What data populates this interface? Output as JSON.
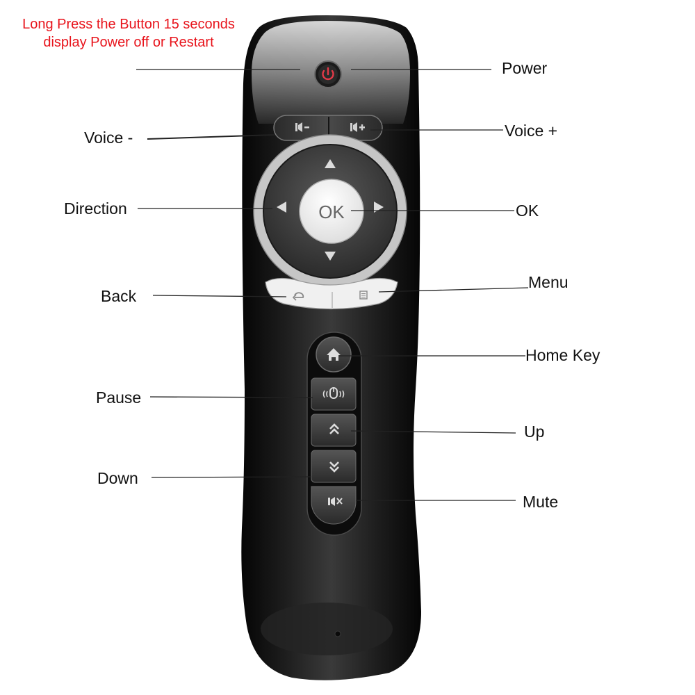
{
  "note": {
    "line1": "Long Press the Button 15 seconds",
    "line2": "display Power off or Restart"
  },
  "labels": {
    "power": "Power",
    "voice_minus": "Voice -",
    "voice_plus": "Voice +",
    "direction": "Direction",
    "ok": "OK",
    "back": "Back",
    "menu": "Menu",
    "home_key": "Home Key",
    "pause": "Pause",
    "up": "Up",
    "down": "Down",
    "mute": "Mute"
  },
  "remote": {
    "ok_button_text": "OK"
  },
  "colors": {
    "body": "#141414",
    "button_face": "#333333",
    "ring": "#d8d8d8",
    "ok_face": "#f2f2f2",
    "power_led": "#d42a3a",
    "note_text": "#e8141c"
  },
  "icons": [
    "power-icon",
    "volume-down-icon",
    "volume-up-icon",
    "arrow-up-icon",
    "arrow-down-icon",
    "arrow-left-icon",
    "arrow-right-icon",
    "back-icon",
    "menu-icon",
    "home-icon",
    "mouse-icon",
    "chevrons-up-icon",
    "chevrons-down-icon",
    "mute-icon"
  ]
}
